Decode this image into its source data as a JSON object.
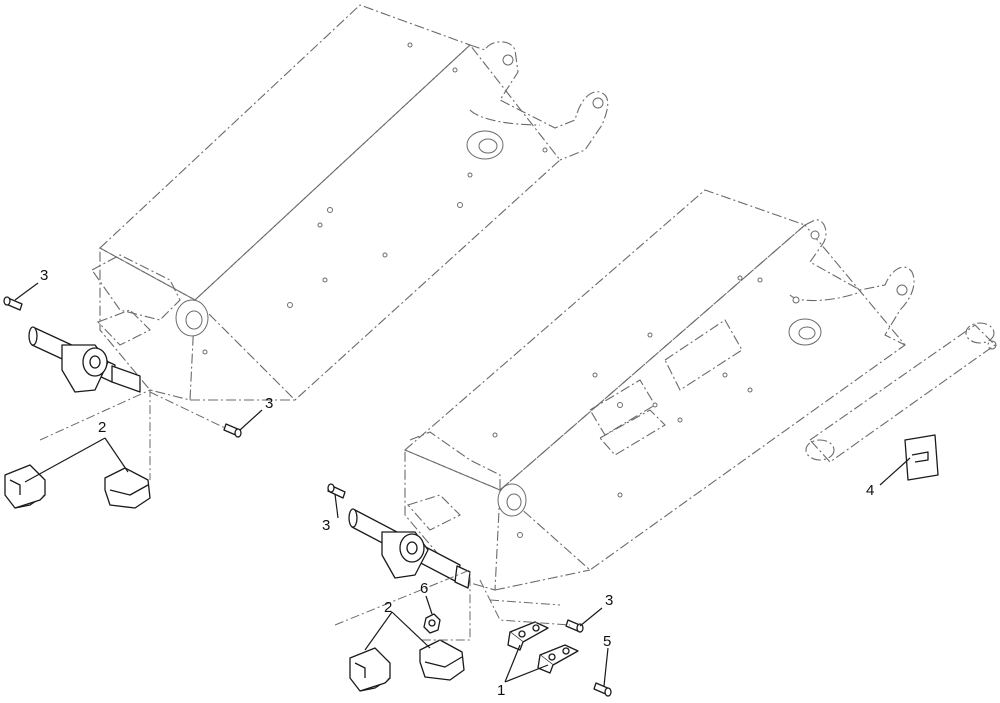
{
  "callouts": [
    {
      "id": "c1",
      "label": "1"
    },
    {
      "id": "c2a",
      "label": "2"
    },
    {
      "id": "c2b",
      "label": "2"
    },
    {
      "id": "c3a",
      "label": "3"
    },
    {
      "id": "c3b",
      "label": "3"
    },
    {
      "id": "c3c",
      "label": "3"
    },
    {
      "id": "c3d",
      "label": "3"
    },
    {
      "id": "c4",
      "label": "4"
    },
    {
      "id": "c5",
      "label": "5"
    },
    {
      "id": "c6",
      "label": "6"
    }
  ]
}
